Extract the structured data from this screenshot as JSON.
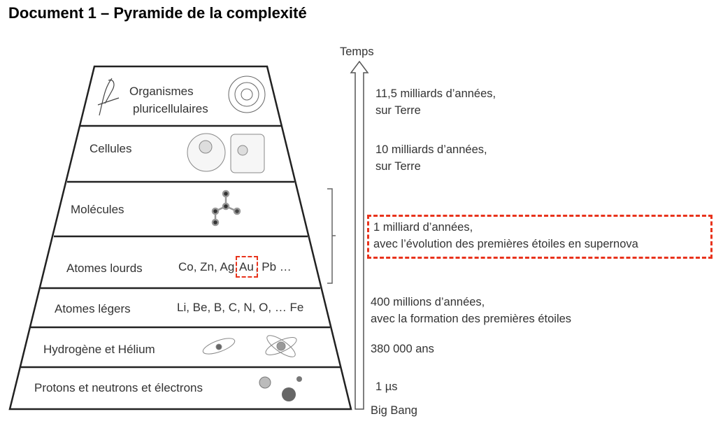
{
  "title": "Document 1 – Pyramide de la complexité",
  "axis": {
    "top_label": "Temps",
    "bottom_label": "Big Bang"
  },
  "layers": [
    {
      "label_line1": "Organismes",
      "label_line2": "pluricellulaires",
      "icon": "bird-and-flower-icon"
    },
    {
      "label": "Cellules",
      "icon": "animal-and-plant-cell-icon"
    },
    {
      "label": "Molécules",
      "icon": "molecule-icon"
    },
    {
      "label": "Atomes lourds",
      "elements_before": "Co, Zn, Ag,",
      "highlight": "Au",
      "elements_after": ", Pb …"
    },
    {
      "label": "Atomes légers",
      "elements": "Li, Be, B, C, N, O, … Fe"
    },
    {
      "label": "Hydrogène et Hélium",
      "icon": "atom-icon"
    },
    {
      "label": "Protons et neutrons et électrons",
      "icon": "particles-icon"
    }
  ],
  "times": [
    {
      "line1": "11,5 milliards d’années,",
      "line2": "sur Terre"
    },
    {
      "line1": "10 milliards d’années,",
      "line2": "sur Terre"
    },
    {
      "line1": "1 milliard d’années,",
      "line2": "avec l’évolution des premières étoiles en supernova"
    },
    {
      "line1": "400  millions d’années,",
      "line2": "avec la formation des premières étoiles"
    },
    {
      "line1": "380 000 ans"
    },
    {
      "line1": "1 µs"
    }
  ],
  "colors": {
    "highlight": "#e8331c"
  }
}
